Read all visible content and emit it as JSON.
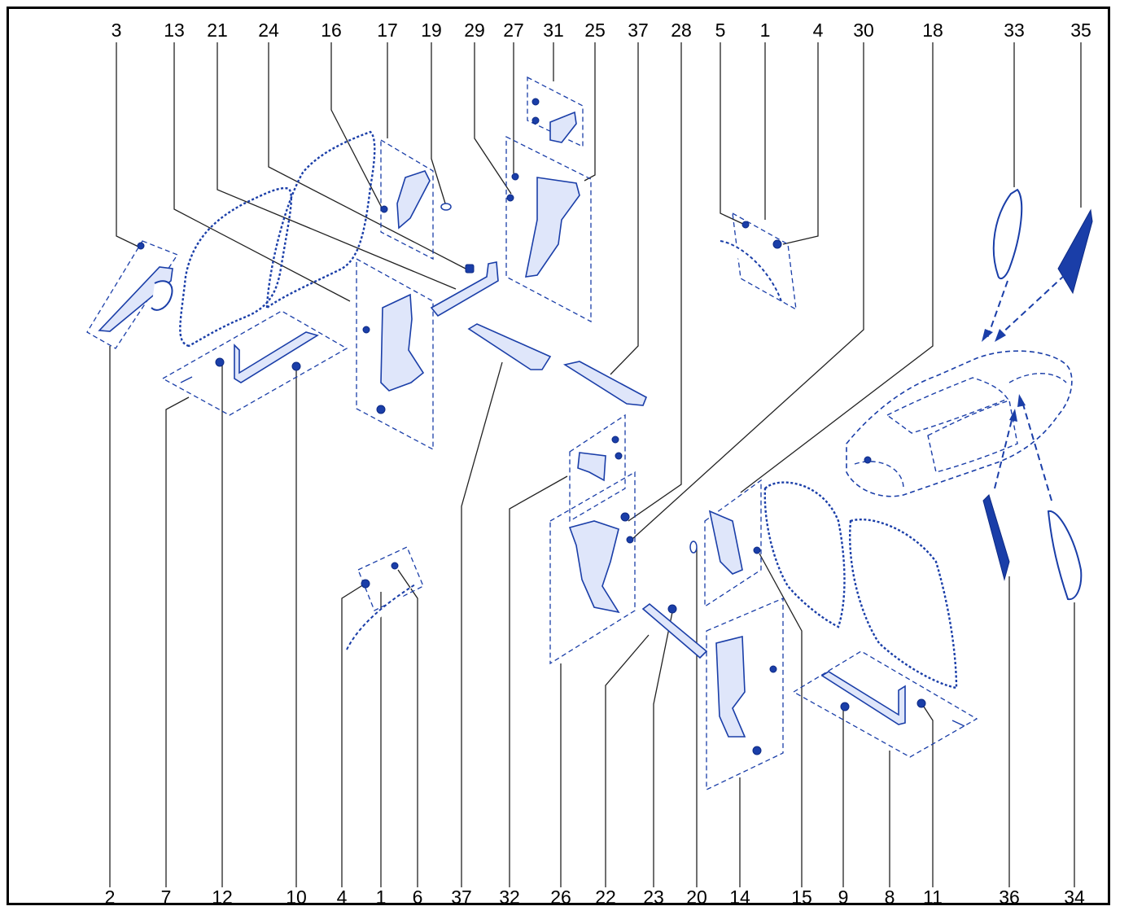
{
  "top_labels": [
    "3",
    "13",
    "21",
    "24",
    "16",
    "17",
    "19",
    "29",
    "27",
    "31",
    "25",
    "37",
    "28",
    "5",
    "1",
    "4",
    "30",
    "18",
    "33",
    "35"
  ],
  "bottom_labels": [
    "2",
    "7",
    "12",
    "10",
    "4",
    "1",
    "6",
    "37",
    "32",
    "26",
    "22",
    "23",
    "20",
    "14",
    "15",
    "9",
    "8",
    "11",
    "36",
    "34"
  ]
}
